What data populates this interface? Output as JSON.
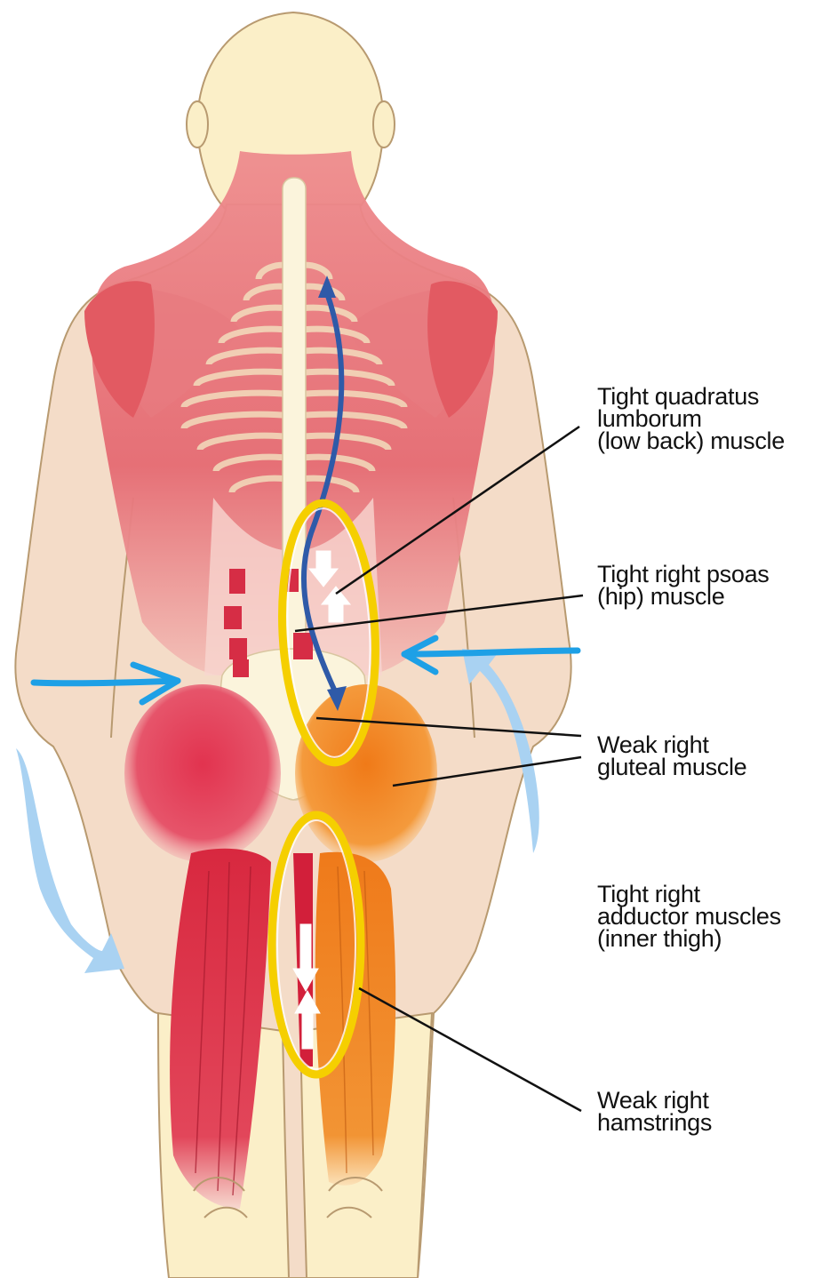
{
  "labels": [
    {
      "id": "quadratus",
      "lines": [
        "Tight quadratus",
        "lumborum",
        "(low back) muscle"
      ]
    },
    {
      "id": "psoas",
      "lines": [
        "Tight right psoas",
        "(hip) muscle"
      ]
    },
    {
      "id": "gluteal",
      "lines": [
        "Weak right",
        "gluteal muscle"
      ]
    },
    {
      "id": "adductor",
      "lines": [
        "Tight right",
        "adductor muscles",
        "(inner thigh)"
      ]
    },
    {
      "id": "hamstrings",
      "lines": [
        "Weak right",
        "hamstrings"
      ]
    }
  ],
  "colors": {
    "skin": "#fbefc8",
    "skin_outline": "#b89a70",
    "body_shadow": "#f0d6c6",
    "muscle_red": "#e5585e",
    "muscle_pink": "#ee8f90",
    "muscle_orange": "#f39a2e",
    "bone": "#faf0d0",
    "highlight_ring": "#f5cf00",
    "arrow_blue_dark": "#2f5aa8",
    "arrow_blue_bright": "#1ea0e6",
    "arrow_blue_light": "#a9d2f2",
    "leader_line": "#111111"
  }
}
